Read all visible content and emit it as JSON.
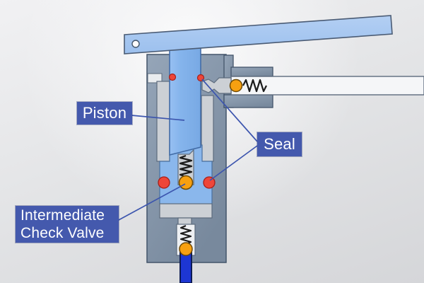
{
  "diagram": {
    "type": "hydraulic-jack-pump-cross-section",
    "labels": {
      "piston": "Piston",
      "seal": "Seal",
      "intermediate_check_valve": "Intermediate Check Valve"
    },
    "colors": {
      "label_background": "#4459ad",
      "label_text": "#ffffff",
      "leader_line": "#3c55ae",
      "lever_fill": "#a9c9f0",
      "piston_fill": "#85b4ec",
      "fluid_fill": "#8ab7ec",
      "housing_fill": "#8496aa",
      "sleeve_fill": "#ccd0d5",
      "channel_fill": "#f5f6f8",
      "seal_red": "#ee4639",
      "ball_orange": "#f7a011",
      "spring_black": "#1b1b1b",
      "suction_tube_blue": "#1d36d3",
      "background_top": "#f1f1f3",
      "background_bottom": "#d5d6d9"
    }
  }
}
